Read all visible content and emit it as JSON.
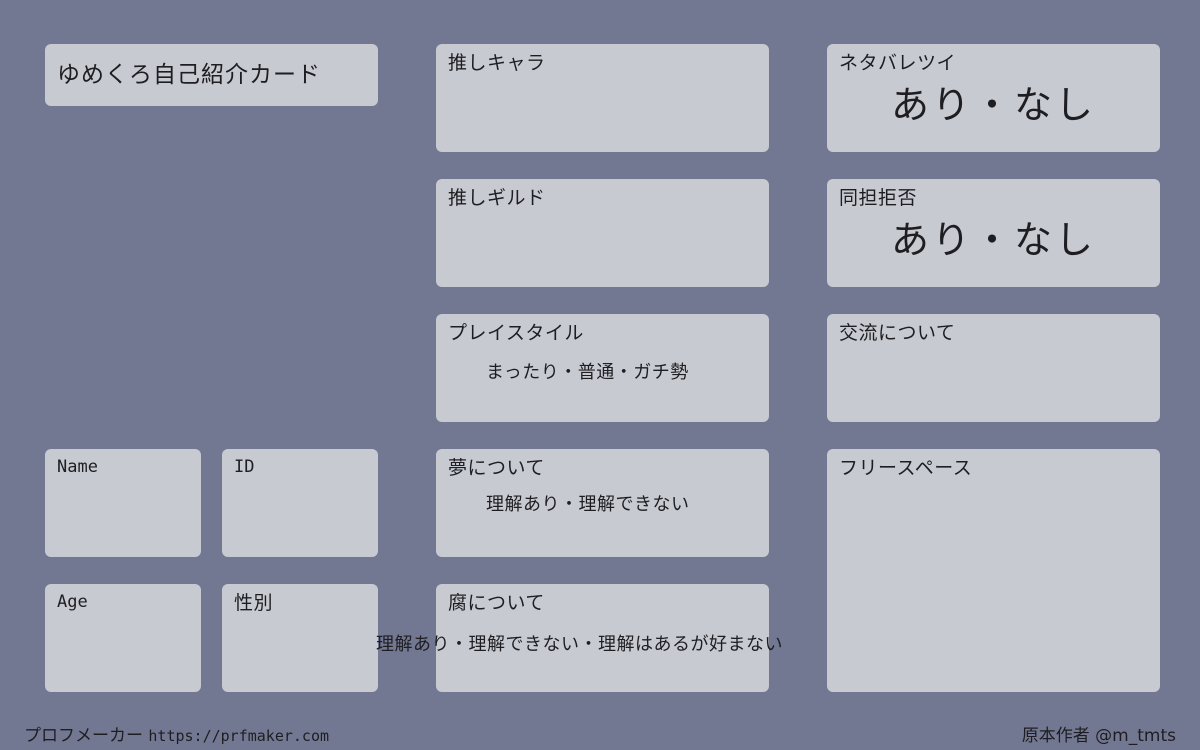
{
  "card": {
    "title": "ゆめくろ自己紹介カード",
    "name_label": "Name",
    "id_label": "ID",
    "age_label": "Age",
    "gender_label": "性別",
    "oshi_chara_label": "推しキャラ",
    "oshi_guild_label": "推しギルド",
    "playstyle_label": "プレイスタイル",
    "playstyle_options": "まったり・普通・ガチ勢",
    "yume_label": "夢について",
    "yume_options": "理解あり・理解できない",
    "fu_label": "腐について",
    "fu_options": "理解あり・理解できない・理解はあるが好まない",
    "spoiler_label": "ネタバレツイ",
    "spoiler_options": "あり・なし",
    "doutan_label": "同担拒否",
    "doutan_options": "あり・なし",
    "exchange_label": "交流について",
    "free_space_label": "フリースペース"
  },
  "footer": {
    "maker_label": "プロフメーカー",
    "maker_url": "https://prfmaker.com",
    "author": "原本作者 @m_tmts"
  }
}
